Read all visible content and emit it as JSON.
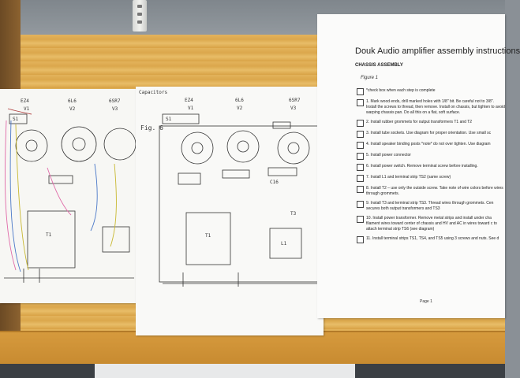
{
  "scene": {
    "description_colors": {
      "wall": "#8a9096",
      "shelf": "#e3b35b",
      "paper": "#f7f7f4"
    }
  },
  "left_sheet": {
    "labels": [
      "EZ4",
      "V1",
      "6L6",
      "V2",
      "6SR7",
      "V3",
      "S1",
      "T1"
    ]
  },
  "mid_sheet": {
    "top_label": "Capacitors",
    "fig_label": "Fig. 6",
    "tube_labels": [
      "EZ4",
      "V1",
      "6L6",
      "V2",
      "6SR7",
      "V3"
    ],
    "part_labels": [
      "S1",
      "T1",
      "T3",
      "L1",
      "C16"
    ]
  },
  "right_sheet": {
    "title": "Douk Audio amplifier assembly instructions",
    "section": "CHASSIS ASSEMBLY",
    "figure": "Figure 1",
    "items": [
      "*check box when each step is complete",
      "1. Mark wood ends, drill marked holes with 1/8\" bit. Be careful not to 3/8\". Install the screws to thread, then remove. Install on chassis, but tighten to avoid warping chassis pan. Do all this on a flat, soft surface.",
      "2. Install rubber grommets for output transformers T1 and T2",
      "3. Install tube sockets. Use diagram for proper orientation. Use small sc",
      "4. Install speaker binding posts *note* do not over tighten. Use diagram",
      "5. Install power connector",
      "6. Install power switch. Remove terminal screw before installing.",
      "7. Install L1 and terminal strip TS2 (same screw)",
      "8. Install T2 – use only the outside screw. Take note of wire colors before wires through grommets.",
      "9. Install T3 and terminal strip TS3. Thread wires through grommets. Cen secures both output transformers and TS3",
      "10. Install power transformer. Remove metal strips and install under cha filament wires toward center of chassis and HV and AC in wires toward c to attach terminal strip TS6 (see diagram)",
      "11. Install terminal strips TS1, TS4, and TS5 using 3 screws and nuts. See d"
    ],
    "page_label": "Page 1"
  }
}
